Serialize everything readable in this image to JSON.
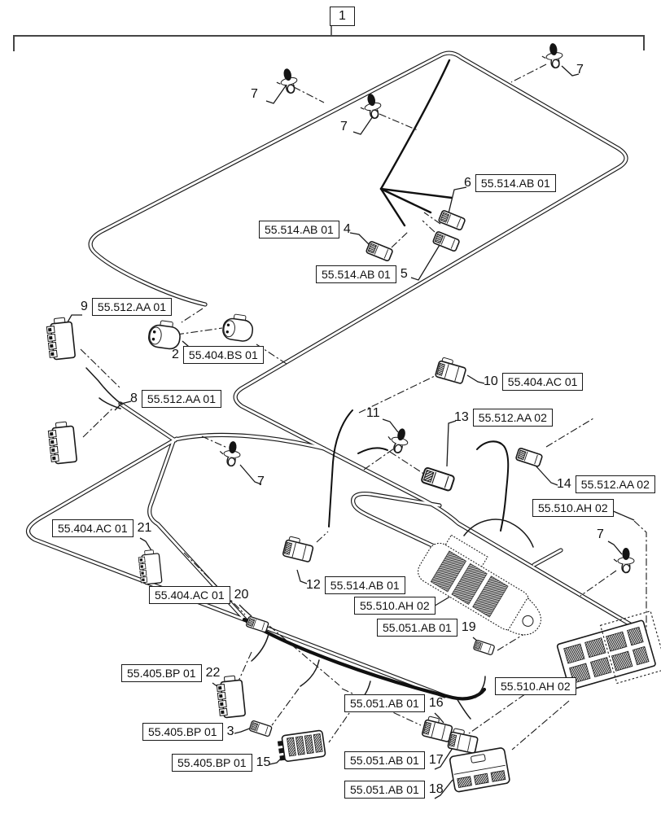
{
  "figure": {
    "assembly_number": "1",
    "type": "wire-harness-parts-diagram"
  },
  "colors": {
    "line": "#1a1a1a",
    "background": "#ffffff"
  },
  "callouts": [
    {
      "number": "1"
    },
    {
      "number": "7"
    },
    {
      "number": "7"
    },
    {
      "number": "7"
    },
    {
      "number": "6",
      "ref": "55.514.AB 01"
    },
    {
      "ref": "55.514.AB 01",
      "number": "4"
    },
    {
      "ref": "55.514.AB 01",
      "number": "5"
    },
    {
      "number": "9",
      "ref": "55.512.AA 01"
    },
    {
      "number": "2",
      "ref": "55.404.BS 01"
    },
    {
      "number": "8",
      "ref": "55.512.AA 01"
    },
    {
      "number": "10",
      "ref": "55.404.AC 01"
    },
    {
      "number": "11"
    },
    {
      "number": "13",
      "ref": "55.512.AA 02"
    },
    {
      "number": "14",
      "ref": "55.512.AA 02"
    },
    {
      "ref": "55.510.AH 02"
    },
    {
      "number": "7"
    },
    {
      "number": "7"
    },
    {
      "ref": "55.404.AC 01",
      "number": "21"
    },
    {
      "ref": "55.404.AC 01",
      "number": "20"
    },
    {
      "number": "12",
      "ref": "55.514.AB 01"
    },
    {
      "ref": "55.510.AH 02"
    },
    {
      "ref": "55.051.AB 01",
      "number": "19"
    },
    {
      "ref": "55.405.BP 01",
      "number": "22"
    },
    {
      "ref": "55.405.BP 01",
      "number": "3"
    },
    {
      "ref": "55.405.BP 01",
      "number": "15"
    },
    {
      "ref": "55.051.AB 01",
      "number": "16"
    },
    {
      "ref": "55.051.AB 01",
      "number": "17"
    },
    {
      "ref": "55.051.AB 01",
      "number": "18"
    },
    {
      "ref": "55.510.AH 02"
    }
  ]
}
